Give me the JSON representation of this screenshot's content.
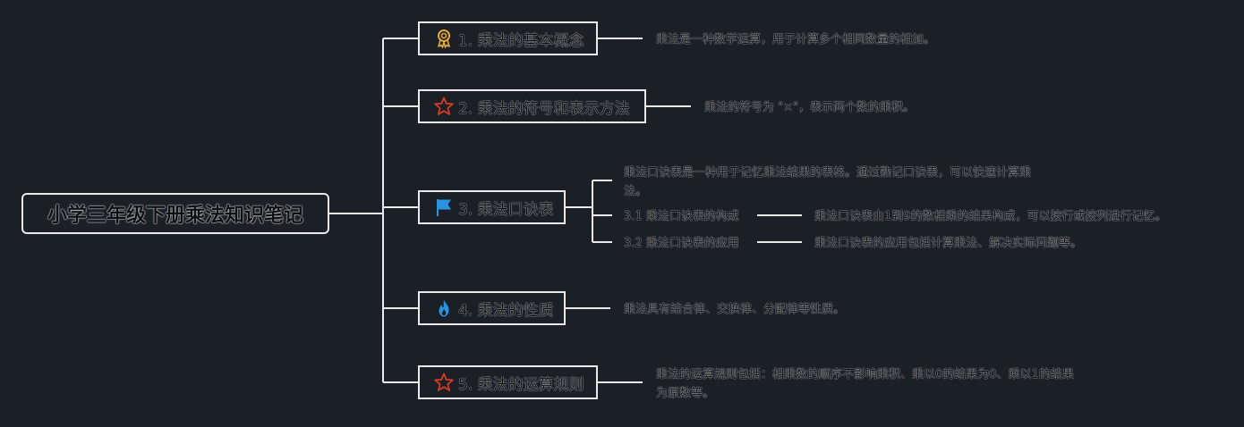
{
  "root": {
    "title": "小学三年级下册乘法知识笔记"
  },
  "topics": [
    {
      "label": "1. 乘法的基本概念",
      "icon": "award-ribbon-icon",
      "icon_color": "#e2a93a",
      "note": "乘法是一种数学运算，用于计算多个相同数量的相加。"
    },
    {
      "label": "2. 乘法的符号和表示方法",
      "icon": "star-outline-icon",
      "icon_color": "#d93a25",
      "note": "乘法的符号为 \"×\"，表示两个数的乘积。"
    },
    {
      "label": "3. 乘法口诀表",
      "icon": "flag-icon",
      "icon_color": "#2a93e0",
      "note_line1": "乘法口诀表是一种用于记忆乘法结果的表格。通过熟记口诀表，可以快速计算乘",
      "note_line2": "法。",
      "subtopics": [
        {
          "label": "3.1 乘法口诀表的构成",
          "note": "乘法口诀表由1到9的数相乘的结果构成，可以按行或按列进行记忆。"
        },
        {
          "label": "3.2 乘法口诀表的应用",
          "note": "乘法口诀表的应用包括计算乘法、解决实际问题等。"
        }
      ]
    },
    {
      "label": "4. 乘法的性质",
      "icon": "fire-icon",
      "icon_color": "#2a93e0",
      "note": "乘法具有结合律、交换律、分配律等性质。"
    },
    {
      "label": "5. 乘法的运算规则",
      "icon": "star-outline-icon",
      "icon_color": "#d93a25",
      "note_line1": "乘法的运算规则包括：相乘数的顺序不影响乘积、乘以0的结果为0、乘以1的结果",
      "note_line2": "为原数等。"
    }
  ],
  "colors": {
    "background": "#1b1f26",
    "line": "#e9e9e9"
  }
}
